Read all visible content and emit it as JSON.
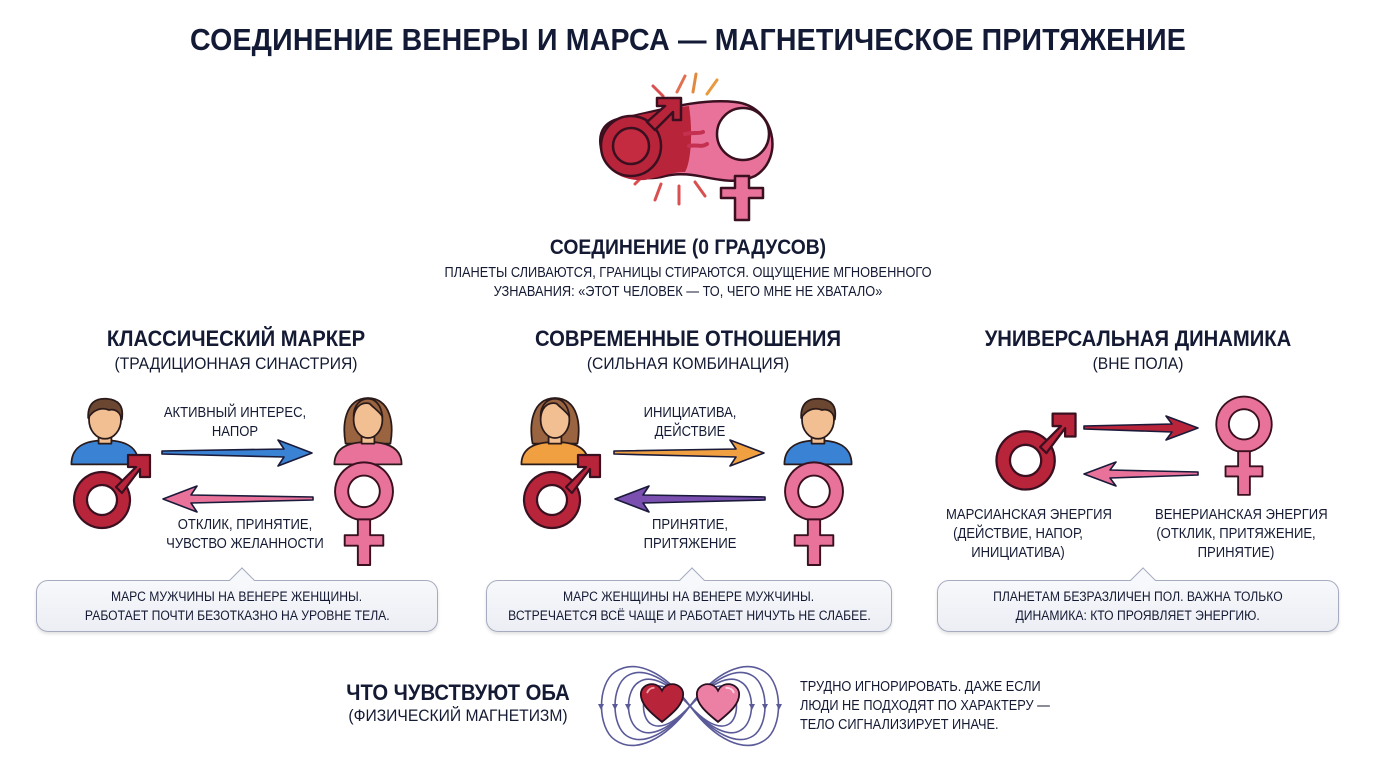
{
  "title": "СОЕДИНЕНИЕ ВЕНЕРЫ И МАРСА — МАГНЕТИЧЕСКОЕ ПРИТЯЖЕНИЕ",
  "conjunction": {
    "heading": "СОЕДИНЕНИЕ (0 ГРАДУСОВ)",
    "description_line1": "ПЛАНЕТЫ СЛИВАЮТСЯ, ГРАНИЦЫ СТИРАЮТСЯ. ОЩУЩЕНИЕ МГНОВЕННОГО",
    "description_line2": "УЗНАВАНИЯ: «ЭТОТ ЧЕЛОВЕК — ТО, ЧЕГО МНЕ НЕ ХВАТАЛО»",
    "icon": "merged-mars-venus-symbols"
  },
  "columns": [
    {
      "title": "КЛАССИЧЕСКИЙ МАРКЕР",
      "subtitle": "(ТРАДИЦИОННАЯ СИНАСТРИЯ)",
      "left_figure": "man-with-mars-symbol",
      "right_figure": "woman-with-venus-symbol",
      "arrow_right_label_1": "АКТИВНЫЙ ИНТЕРЕС,",
      "arrow_right_label_2": "НАПОР",
      "arrow_left_label_1": "ОТКЛИК, ПРИНЯТИЕ,",
      "arrow_left_label_2": "ЧУВСТВО ЖЕЛАННОСТИ",
      "arrow_right_color": "#3a82d4",
      "arrow_left_color": "#e8729a",
      "note_line1": "МАРС МУЖЧИНЫ НА ВЕНЕРЕ ЖЕНЩИНЫ.",
      "note_line2": "РАБОТАЕТ ПОЧТИ БЕЗОТКАЗНО НА УРОВНЕ ТЕЛА."
    },
    {
      "title": "СОВРЕМЕННЫЕ ОТНОШЕНИЯ",
      "subtitle": "(СИЛЬНАЯ КОМБИНАЦИЯ)",
      "left_figure": "woman-with-mars-symbol",
      "right_figure": "man-with-venus-symbol",
      "arrow_right_label_1": "ИНИЦИАТИВА,",
      "arrow_right_label_2": "ДЕЙСТВИЕ",
      "arrow_left_label_1": "ПРИНЯТИЕ,",
      "arrow_left_label_2": "ПРИТЯЖЕНИЕ",
      "arrow_right_color": "#f0a040",
      "arrow_left_color": "#7a4fb0",
      "note_line1": "МАРС ЖЕНЩИНЫ НА ВЕНЕРЕ МУЖЧИНЫ.",
      "note_line2": "ВСТРЕЧАЕТСЯ ВСЁ ЧАЩЕ И РАБОТАЕТ НИЧУТЬ НЕ СЛАБЕЕ."
    },
    {
      "title": "УНИВЕРСАЛЬНАЯ ДИНАМИКА",
      "subtitle": "(ВНЕ ПОЛА)",
      "left_figure": "mars-symbol",
      "right_figure": "venus-symbol",
      "left_label_1": "МАРСИАНСКАЯ ЭНЕРГИЯ",
      "left_label_2": "(ДЕЙСТВИЕ, НАПОР,",
      "left_label_3": "ИНИЦИАТИВА)",
      "right_label_1": "ВЕНЕРИАНСКАЯ ЭНЕРГИЯ",
      "right_label_2": "(ОТКЛИК, ПРИТЯЖЕНИЕ,",
      "right_label_3": "ПРИНЯТИЕ)",
      "arrow_right_color": "#b8243a",
      "arrow_left_color": "#e8729a",
      "note_line1": "ПЛАНЕТАМ БЕЗРАЗЛИЧЕН ПОЛ. ВАЖНА ТОЛЬКО",
      "note_line2": "ДИНАМИКА: КТО ПРОЯВЛЯЕТ ЭНЕРГИЮ."
    }
  ],
  "bottom": {
    "title": "ЧТО ЧУВСТВУЮТ ОБА",
    "subtitle": "(ФИЗИЧЕСКИЙ МАГНЕТИЗМ)",
    "icon": "two-hearts-magnetic-field",
    "desc_line1": "ТРУДНО ИГНОРИРОВАТЬ. ДАЖЕ ЕСЛИ",
    "desc_line2": "ЛЮДИ НЕ ПОДХОДЯТ ПО ХАРАКТЕРУ —",
    "desc_line3": "ТЕЛО СИГНАЛИЗИРУЕТ ИНАЧЕ."
  },
  "colors": {
    "mars_red": "#b8243a",
    "venus_pink": "#e8729a",
    "ink": "#141a33",
    "field_lines": "#5a5a99"
  }
}
